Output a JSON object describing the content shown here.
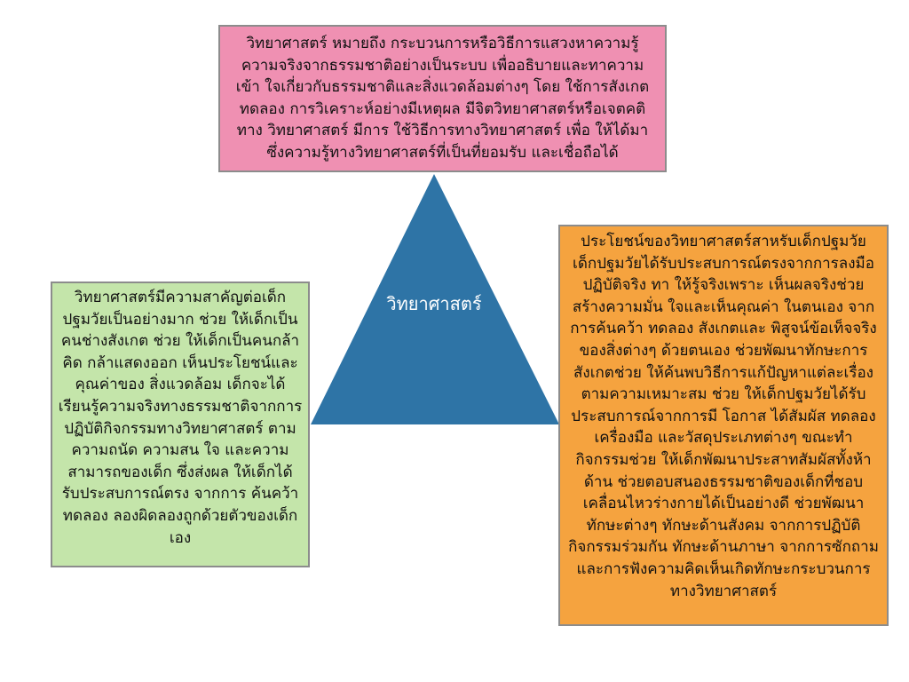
{
  "center": {
    "label": "วิทยาศาสตร์",
    "color": "#2e74a6"
  },
  "definition_box": {
    "color": "#ef90b2",
    "lines": [
      "วิทยาศาสตร์ หมายถึง กระบวนการหรือวิธีการแสวงหาความรู้",
      "ความจริงจากธรรมชาติอย่างเป็นระบบ เพื่ออธิบายและทาความ",
      "เข้า ใจเกี่ยวกับธรรมชาติและสิ่งแวดล้อมต่างๆ โดย ใช้การสังเกต",
      "ทดลอง การวิเคราะห์อย่างมีเหตุผล มีจิตวิทยาศาสตร์หรือเจตคติ",
      "ทาง วิทยาศาสตร์ มีการ ใช้วิธีการทางวิทยาศาสตร์ เพื่อ ให้ได้มา",
      "ซึ่งความรู้ทางวิทยาศาสตร์ที่เป็นที่ยอมรับ และเชื่อถือได้"
    ]
  },
  "importance_box": {
    "color": "#c4e5aa",
    "lines": [
      "วิทยาศาสตร์มีความสาคัญต่อเด็ก",
      "ปฐมวัยเป็นอย่างมาก ช่วย ให้เด็กเป็น",
      "คนช่างสังเกต ช่วย ให้เด็กเป็นคนกล้า",
      "คิด กล้าแสดงออก เห็นประโยชน์และ",
      "คุณค่าของ สิ่งแวดล้อม เด็กจะได้",
      "เรียนรู้ความจริงทางธรรมชาติจากการ",
      "ปฏิบัติกิจกรรมทางวิทยาศาสตร์ ตาม",
      "ความถนัด ความสน ใจ และความ",
      "สามารถของเด็ก ซึ่งส่งผล ให้เด็กได้",
      "รับประสบการณ์ตรง จากการ ค้นคว้า",
      "ทดลอง ลองผิดลองถูกด้วยตัวของเด็ก",
      "เอง"
    ]
  },
  "benefits_box": {
    "color": "#f5a33f",
    "lines": [
      "ประโยชน์ของวิทยาศาสตร์สาหรับเด็กปฐมวัย",
      "เด็กปฐมวัยได้รับประสบการณ์ตรงจากการลงมือ",
      "ปฏิบัติจริง ทา ให้รู้จริงเพราะ เห็นผลจริงช่วย",
      "สร้างความมั่น ใจและเห็นคุณค่า ในตนเอง จาก",
      "การค้นคว้า ทดลอง สังเกตและ พิสูจน์ข้อเท็จจริง",
      "ของสิ่งต่างๆ ด้วยตนเอง ช่วยพัฒนาทักษะการ",
      "สังเกตช่วย ให้ค้นพบวิธีการแก้ปัญหาแต่ละเรื่อง",
      "ตามความเหมาะสม ช่วย ให้เด็กปฐมวัยได้รับ",
      "ประสบการณ์จากการมี โอกาส ได้สัมผัส ทดลอง",
      "เครื่องมือ และวัสดุประเภทต่างๆ ขณะทำ",
      "กิจกรรมช่วย ให้เด็กพัฒนาประสาทสัมผัสทั้งห้า",
      "ด้าน ช่วยตอบสนองธรรมชาติของเด็กที่ชอบ",
      "เคลื่อนไหวร่างกายได้เป็นอย่างดี ช่วยพัฒนา",
      "ทักษะต่างๆ ทักษะด้านสังคม จากการปฏิบัติ",
      "กิจกรรมร่วมกัน ทักษะด้านภาษา จากการซักถาม",
      "และการฟังความคิดเห็นเกิดทักษะกระบวนการ",
      "ทางวิทยาศาสตร์"
    ]
  }
}
